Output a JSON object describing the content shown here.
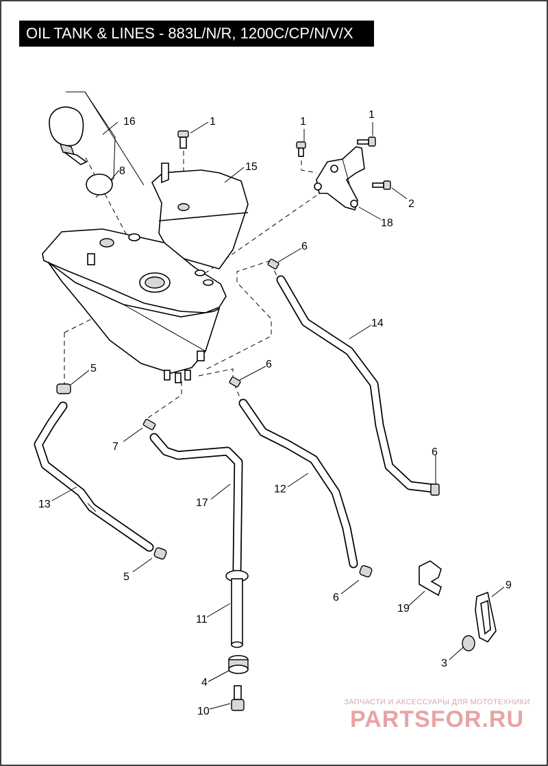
{
  "title": "OIL TANK & LINES - 883L/N/R, 1200C/CP/N/V/X",
  "callouts": {
    "c16": "16",
    "c8": "8",
    "c1a": "1",
    "c15": "15",
    "c1b": "1",
    "c1c": "1",
    "c2": "2",
    "c18": "18",
    "c6a": "6",
    "c14": "14",
    "c5a": "5",
    "c6b": "6",
    "c7": "7",
    "c13": "13",
    "c17": "17",
    "c12": "12",
    "c6c": "6",
    "c5b": "5",
    "c6d": "6",
    "c9": "9",
    "c19": "19",
    "c11": "11",
    "c3": "3",
    "c4": "4",
    "c10": "10"
  },
  "watermark": {
    "tagline": "ЗАПЧАСТИ И АКСЕССУАРЫ ДЛЯ МОТОТЕХНИКИ",
    "brand": "PARTSFOR.RU"
  }
}
